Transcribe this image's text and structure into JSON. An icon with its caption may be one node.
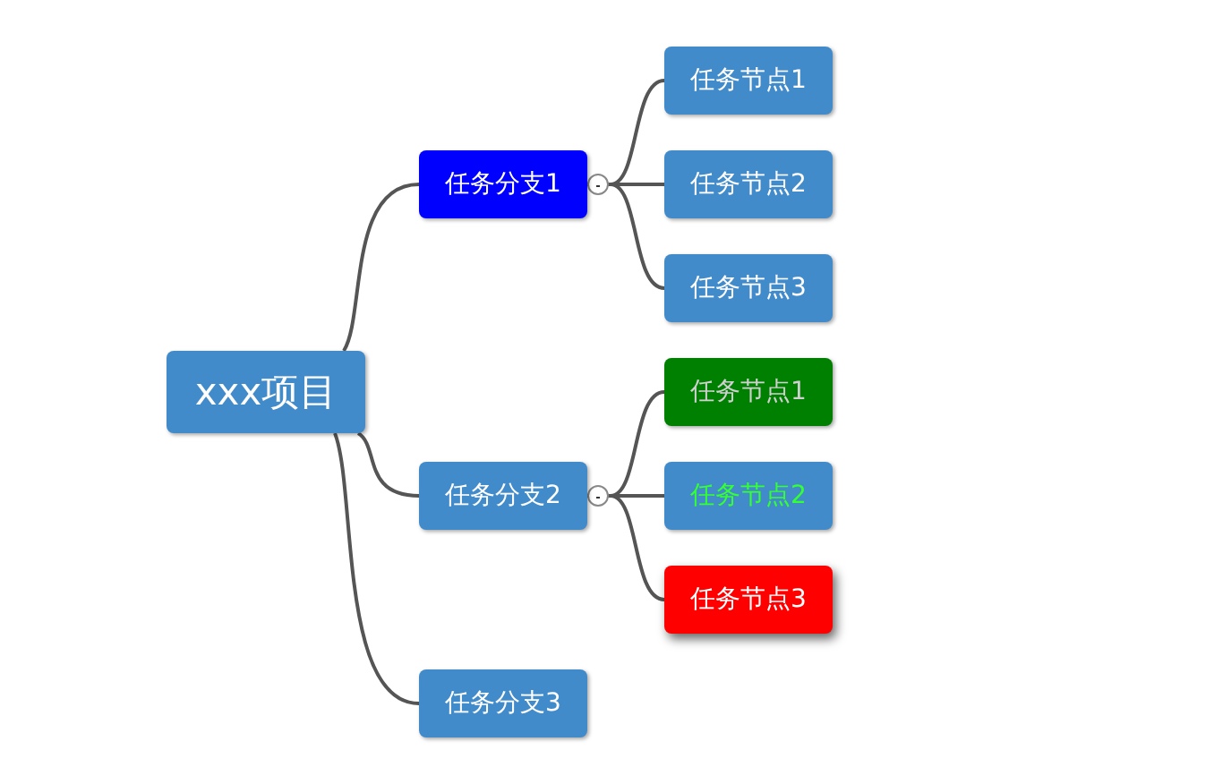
{
  "diagram": {
    "nodes": [
      {
        "text": [
          "xxx项目"
        ]
      },
      {
        "text": [
          "任务分支1"
        ]
      },
      {
        "text": [
          "任务分支2"
        ]
      },
      {
        "text": [
          "任务分支3"
        ]
      },
      {
        "text": [
          "任务节点1"
        ]
      },
      {
        "text": [
          "任务节点2"
        ]
      },
      {
        "text": [
          "任务节点3"
        ]
      },
      {
        "text": [
          "任务节点1"
        ]
      },
      {
        "text": [
          "任务节点2"
        ]
      },
      {
        "text": [
          "任务节点3"
        ]
      }
    ],
    "edges": [
      {
        "from": 0,
        "to": 1,
        "arrow": "none"
      },
      {
        "from": 0,
        "to": 2,
        "arrow": "none"
      },
      {
        "from": 0,
        "to": 3,
        "arrow": "none"
      },
      {
        "from": 1,
        "to": 4,
        "arrow": "none"
      },
      {
        "from": 1,
        "to": 5,
        "arrow": "none"
      },
      {
        "from": 1,
        "to": 6,
        "arrow": "none"
      },
      {
        "from": 2,
        "to": 7,
        "arrow": "none"
      },
      {
        "from": 2,
        "to": 8,
        "arrow": "none"
      },
      {
        "from": 2,
        "to": 9,
        "arrow": "none"
      }
    ]
  }
}
